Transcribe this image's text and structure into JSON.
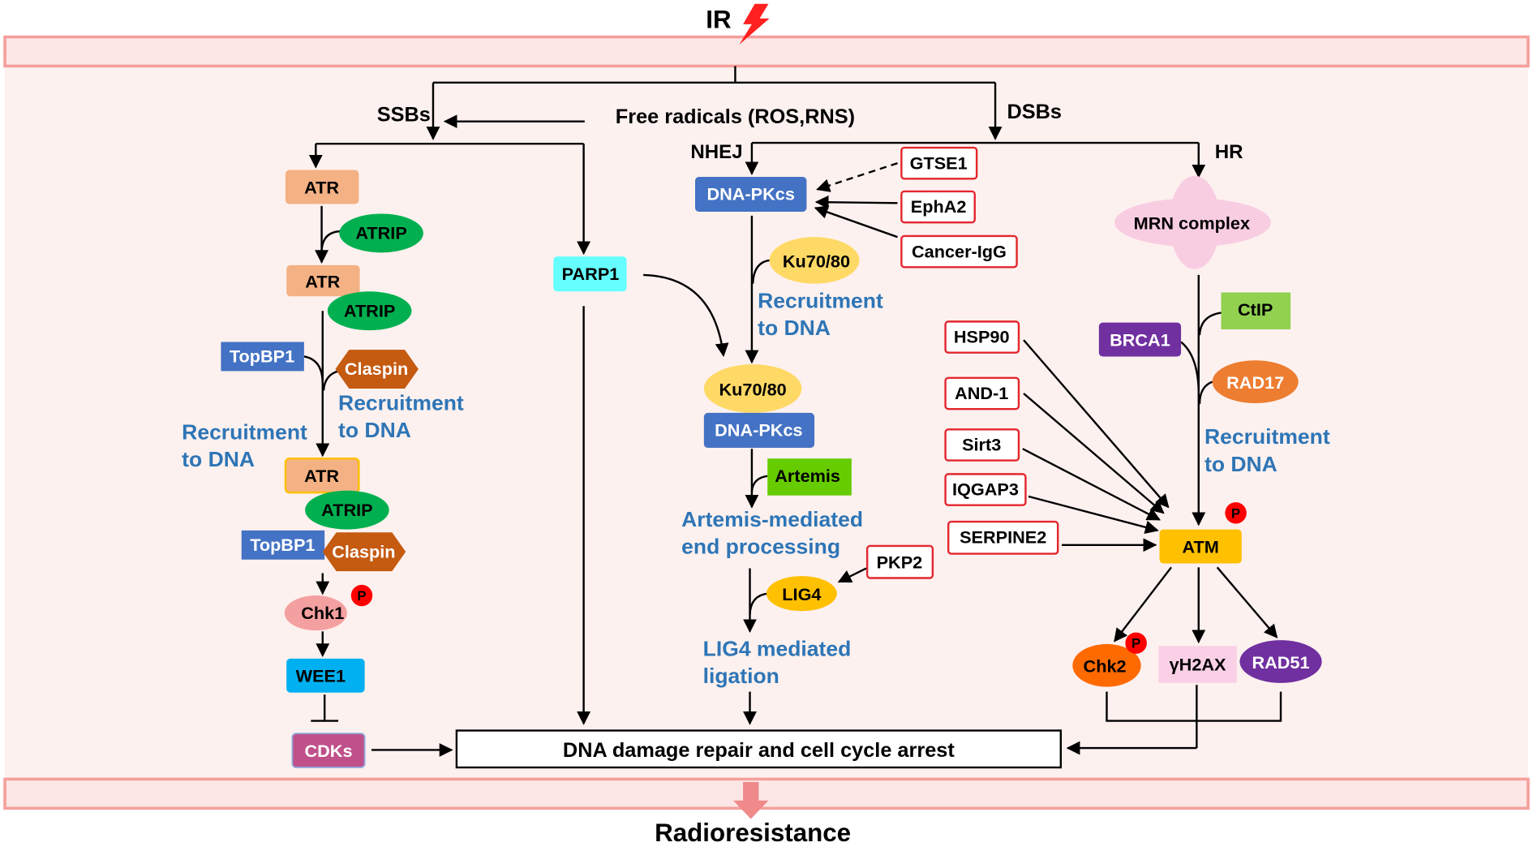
{
  "header": {
    "ir_label": "IR"
  },
  "free_radicals": "Free radicals  (ROS,RNS)",
  "labels": {
    "ssbs": "SSBs",
    "dsbs": "DSBs",
    "nhej": "NHEJ",
    "hr": "HR"
  },
  "ssb": {
    "atr_1": "ATR",
    "atrip_1": "ATRIP",
    "atr_2": "ATR",
    "atrip_2": "ATRIP",
    "topbp1_1": "TopBP1",
    "claspin_1": "Claspin",
    "recruitment_a": [
      "Recruitment",
      "to DNA"
    ],
    "recruitment_b": [
      "Recruitment",
      "to DNA"
    ],
    "atr_3": "ATR",
    "atrip_3": "ATRIP",
    "topbp1_2": "TopBP1",
    "claspin_2": "Claspin",
    "chk1": "Chk1",
    "chk1_p": "P",
    "wee1": "WEE1",
    "cdks": "CDKs",
    "parp1": "PARP1"
  },
  "nhej": {
    "dna_pkcs_1": "DNA-PKcs",
    "gtse1": "GTSE1",
    "epha2": "EphA2",
    "cancer_igg": "Cancer-IgG",
    "ku_1": "Ku70/80",
    "recruitment": [
      "Recruitment",
      "to DNA"
    ],
    "ku_2": "Ku70/80",
    "dna_pkcs_2": "DNA-PKcs",
    "artemis": "Artemis",
    "artemis_text": [
      "Artemis-mediated",
      "end processing"
    ],
    "pkp2": "PKP2",
    "lig4": "LIG4",
    "lig4_text": [
      "LIG4 mediated",
      "ligation"
    ]
  },
  "hr": {
    "mrn": "MRN complex",
    "ctip": "CtIP",
    "brca1": "BRCA1",
    "rad17": "RAD17",
    "recruitment": [
      "Recruitment",
      "to DNA"
    ],
    "hsp90": "HSP90",
    "and1": "AND-1",
    "sirt3": "Sirt3",
    "iqgap3": "IQGAP3",
    "serpine2": "SERPINE2",
    "atm": "ATM",
    "atm_p": "P",
    "chk2": "Chk2",
    "chk2_p": "P",
    "gh2ax": "γH2AX",
    "rad51": "RAD51"
  },
  "outcome": {
    "dna_damage": "DNA damage repair and cell cycle arrest",
    "radioresistance": "Radioresistance"
  },
  "colors": {
    "recruitment_text": "#2e75b6",
    "radioresistance": "#ff0000",
    "atr": "#f4b183",
    "atrip": "#00b050",
    "topbp1": "#4472c4",
    "claspin": "#c55a11",
    "chk1": "#f4a0a0",
    "wee1": "#00b0f0",
    "cdks": "#c0508a",
    "parp1": "#66ffff",
    "dna_pkcs": "#4472c4",
    "ku": "#ffd966",
    "artemis": "#66cc00",
    "lig4": "#ffc000",
    "mrn": "#f8cde2",
    "ctip": "#92d050",
    "brca1": "#7030a0",
    "rad17": "#ed7d31",
    "atm": "#ffc000",
    "chk2": "#ff6a00",
    "gh2ax": "#fad0e6",
    "rad51": "#7030a0",
    "phospho": "#ff0000"
  }
}
